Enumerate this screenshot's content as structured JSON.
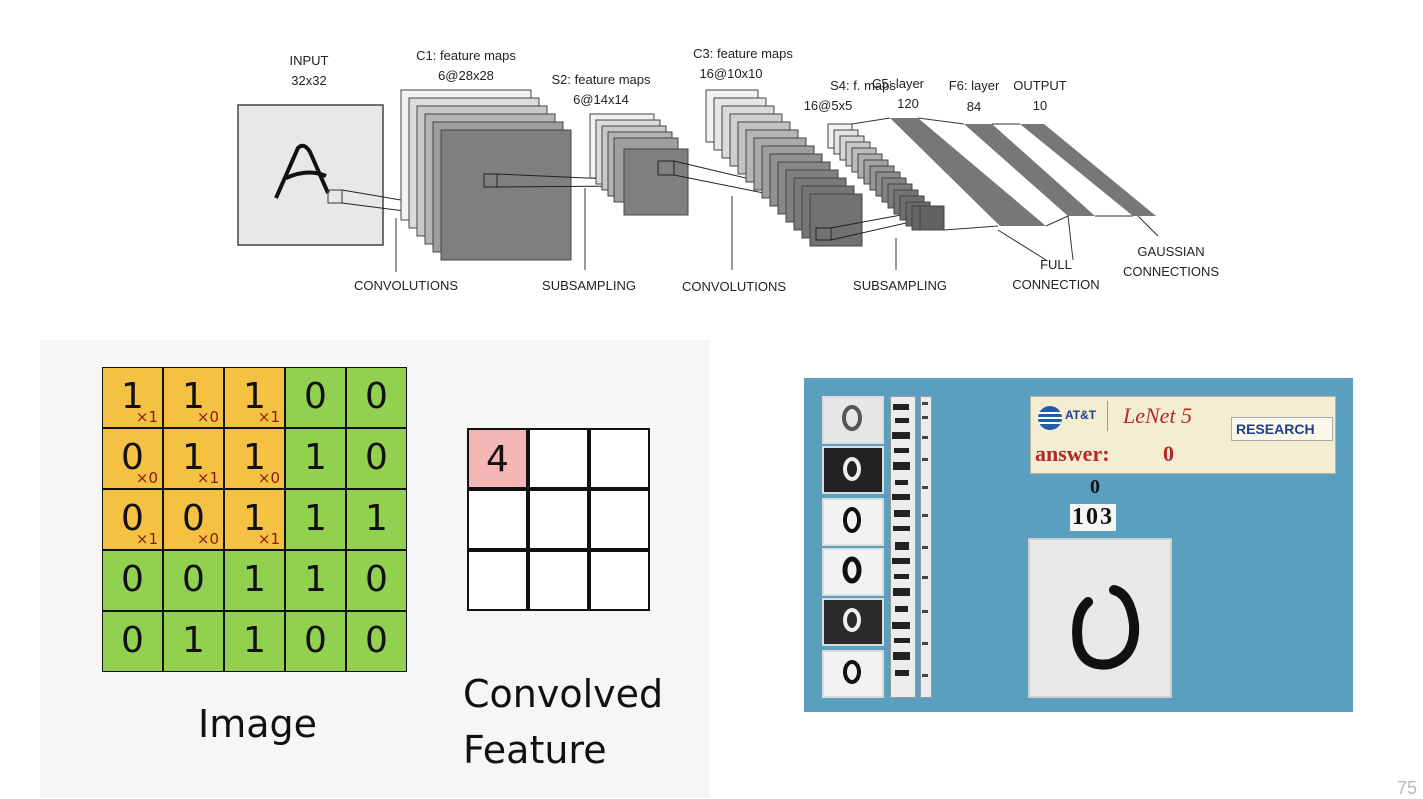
{
  "lenet_diagram": {
    "input": {
      "title": "INPUT",
      "size": "32x32"
    },
    "c1": {
      "title": "C1: feature maps",
      "size": "6@28x28"
    },
    "s2": {
      "title": "S2: feature maps",
      "size": "6@14x14"
    },
    "c3": {
      "title": "C3: feature maps",
      "size": "16@10x10"
    },
    "s4": {
      "title": "S4: f. maps",
      "size": "16@5x5"
    },
    "c5": {
      "title": "C5: layer",
      "size": "120"
    },
    "f6": {
      "title": "F6: layer",
      "size": "84"
    },
    "output": {
      "title": "OUTPUT",
      "size": "10"
    },
    "stages": {
      "convolutions_1": "CONVOLUTIONS",
      "subsampling_1": "SUBSAMPLING",
      "convolutions_2": "CONVOLUTIONS",
      "subsampling_2": "SUBSAMPLING",
      "full_connection_1": "FULL",
      "full_connection_2": "CONNECTION",
      "gaussian_1": "GAUSSIAN",
      "gaussian_2": "CONNECTIONS"
    },
    "input_glyph": "A"
  },
  "convolution": {
    "image_grid": [
      [
        "1",
        "1",
        "1",
        "0",
        "0"
      ],
      [
        "0",
        "1",
        "1",
        "1",
        "0"
      ],
      [
        "0",
        "0",
        "1",
        "1",
        "1"
      ],
      [
        "0",
        "0",
        "1",
        "1",
        "0"
      ],
      [
        "0",
        "1",
        "1",
        "0",
        "0"
      ]
    ],
    "kernel_weights": [
      [
        "×1",
        "×0",
        "×1"
      ],
      [
        "×0",
        "×1",
        "×0"
      ],
      [
        "×1",
        "×0",
        "×1"
      ]
    ],
    "feature_grid": [
      [
        "4",
        "",
        ""
      ],
      [
        "",
        "",
        ""
      ],
      [
        "",
        "",
        ""
      ]
    ],
    "image_caption": "Image",
    "feature_caption_1": "Convolved",
    "feature_caption_2": "Feature",
    "colors": {
      "window": "#f5c142",
      "image": "#92d050",
      "active_output": "#f4b5b5"
    }
  },
  "lenet_demo": {
    "brand": "AT&T",
    "title": "LeNet 5",
    "research": "RESEARCH",
    "answer_label": "answer:",
    "answer_value": "0",
    "top_prediction": "0",
    "candidates": "103",
    "digit_glyph": "0",
    "background_color": "#5b9fc0"
  },
  "page_number": "75"
}
